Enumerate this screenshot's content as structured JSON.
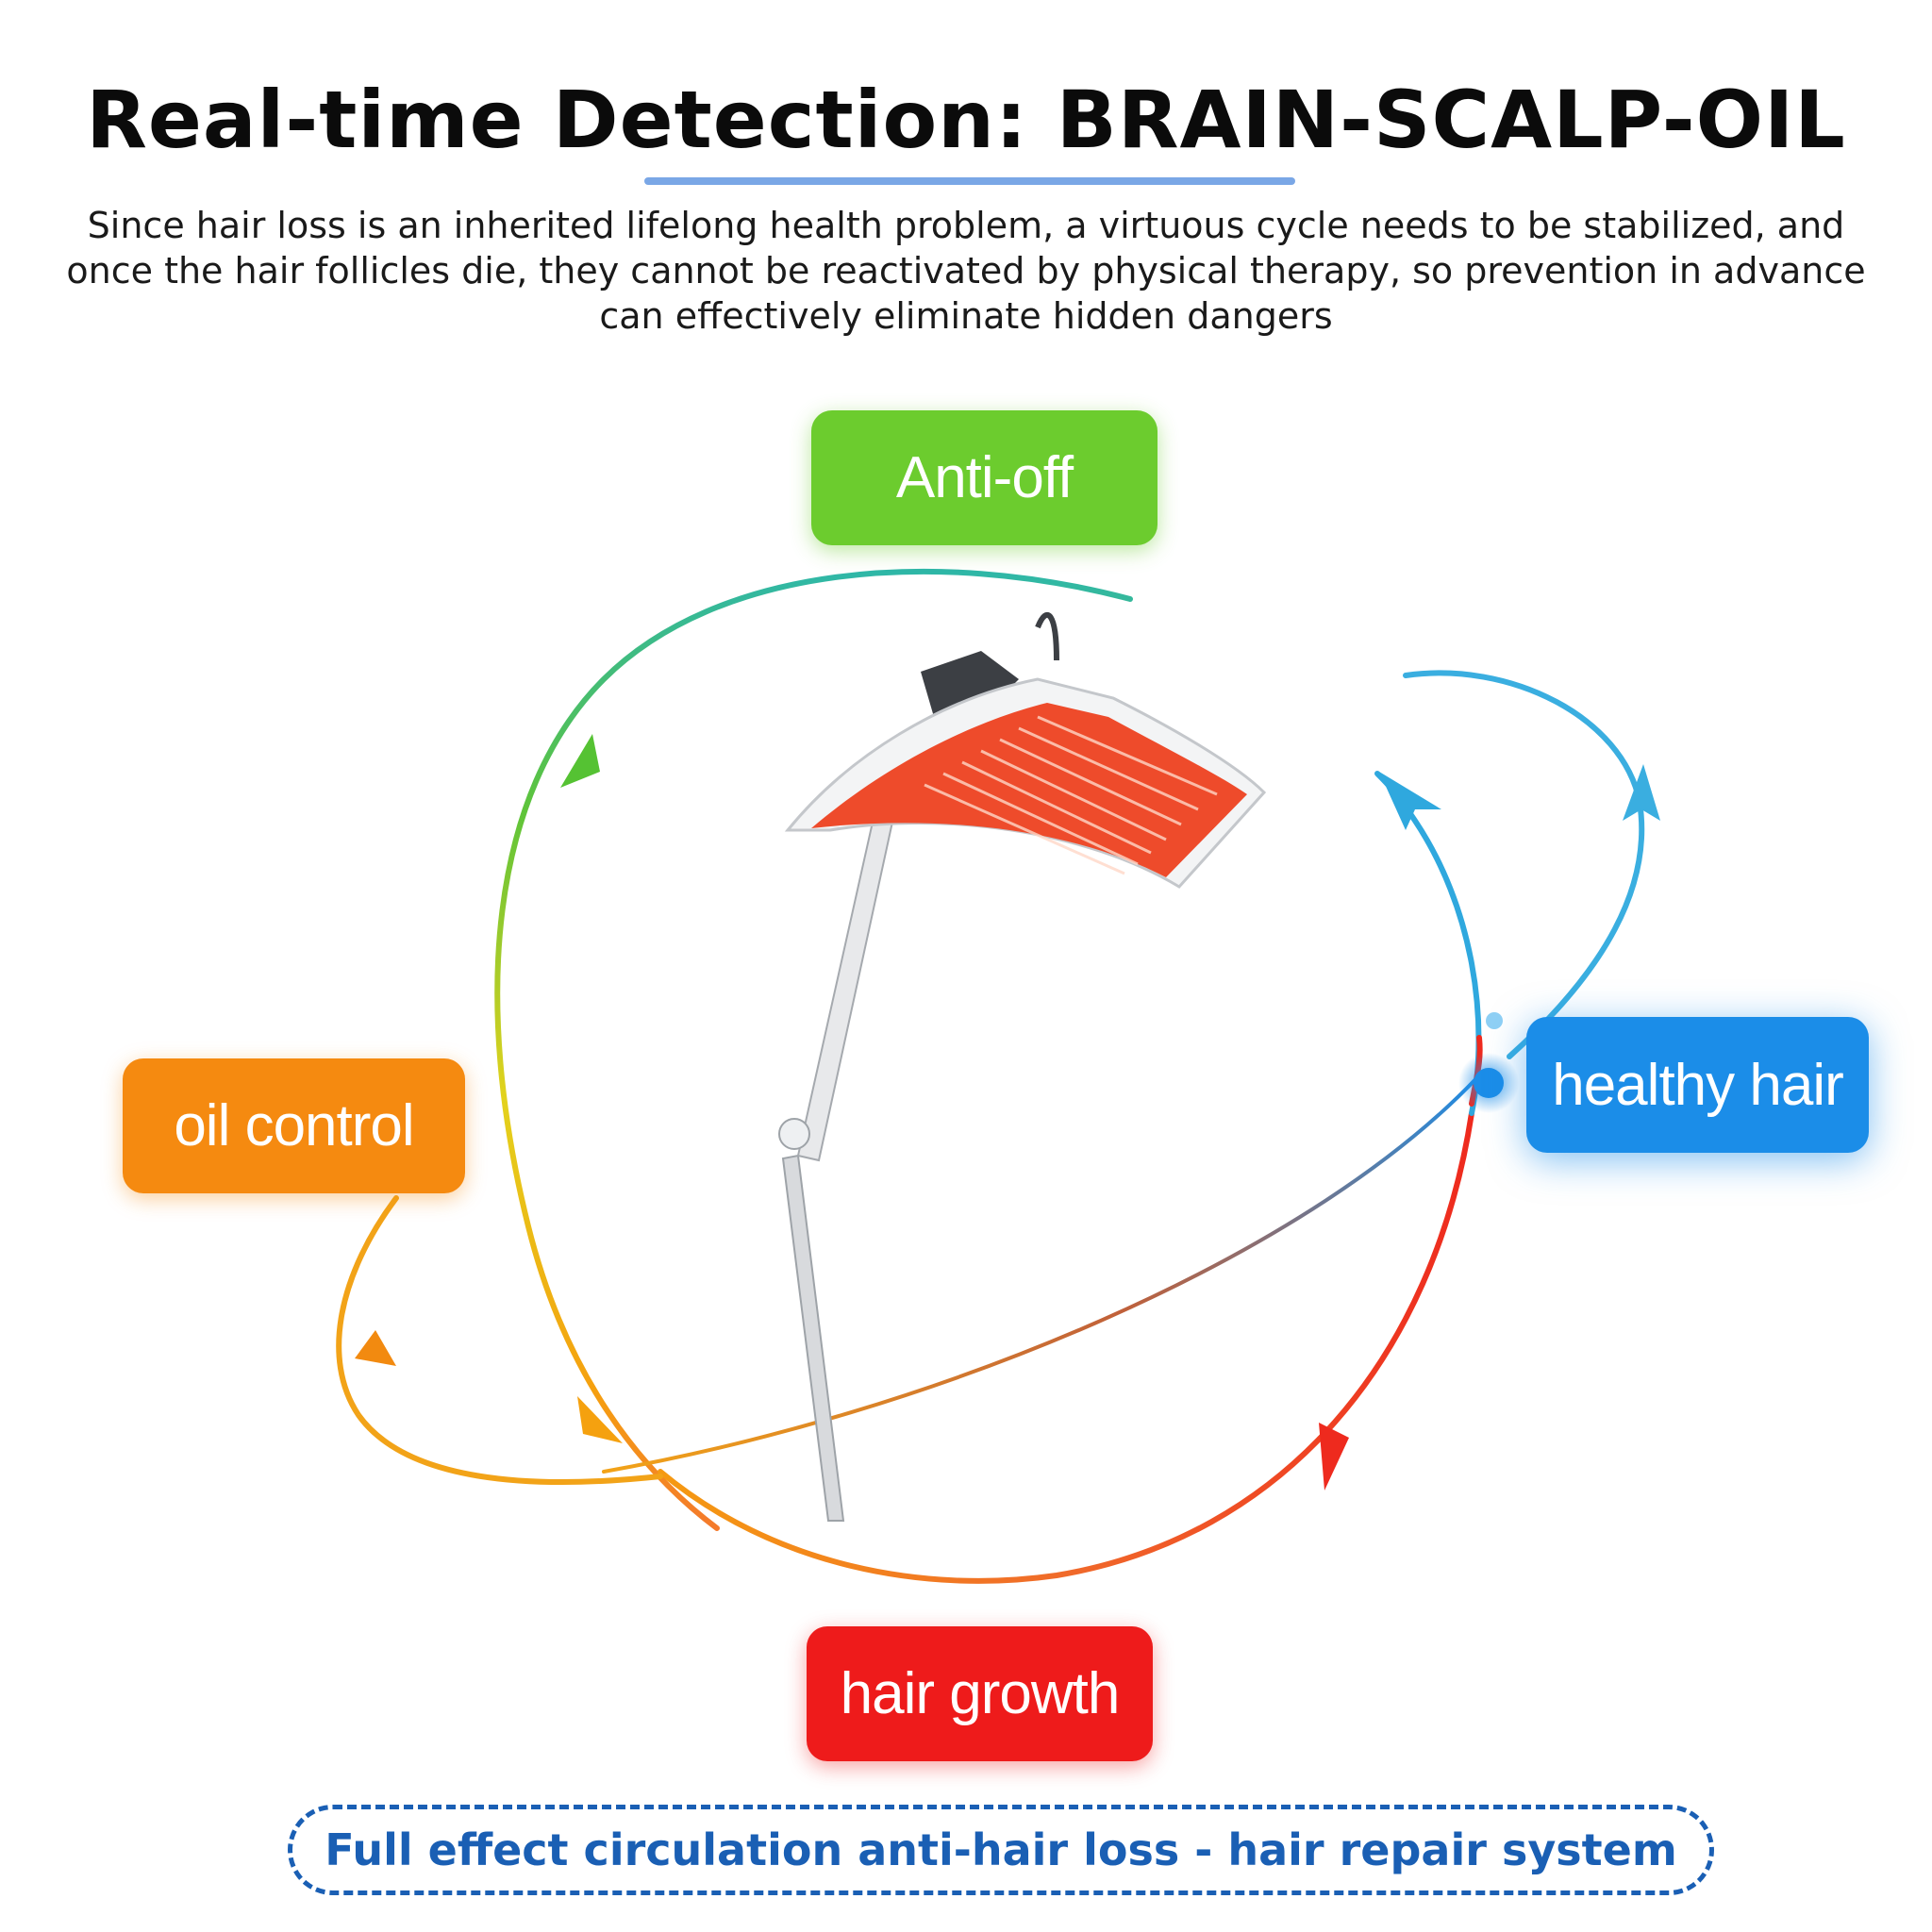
{
  "title": "Real-time Detection: BRAIN-SCALP-OIL",
  "subtitle": "Since hair loss is an inherited lifelong health problem, a virtuous cycle needs to be stabilized, and once the hair follicles die, they cannot be reactivated by physical therapy, so prevention in advance can effectively eliminate hidden dangers",
  "cycle": {
    "top_label": "Anti-off",
    "left_label": "oil control",
    "right_label": "healthy hair",
    "bottom_label": "hair growth"
  },
  "footer": "Full effect circulation anti-hair loss - hair repair system",
  "colors": {
    "green": "#6ccc2e",
    "orange": "#f58a10",
    "blue": "#1b8de8",
    "red": "#ee1b1b",
    "footer_blue": "#1a5fb4",
    "underline": "#7aa7e6"
  },
  "device_icon": "red-light-therapy-lamp"
}
